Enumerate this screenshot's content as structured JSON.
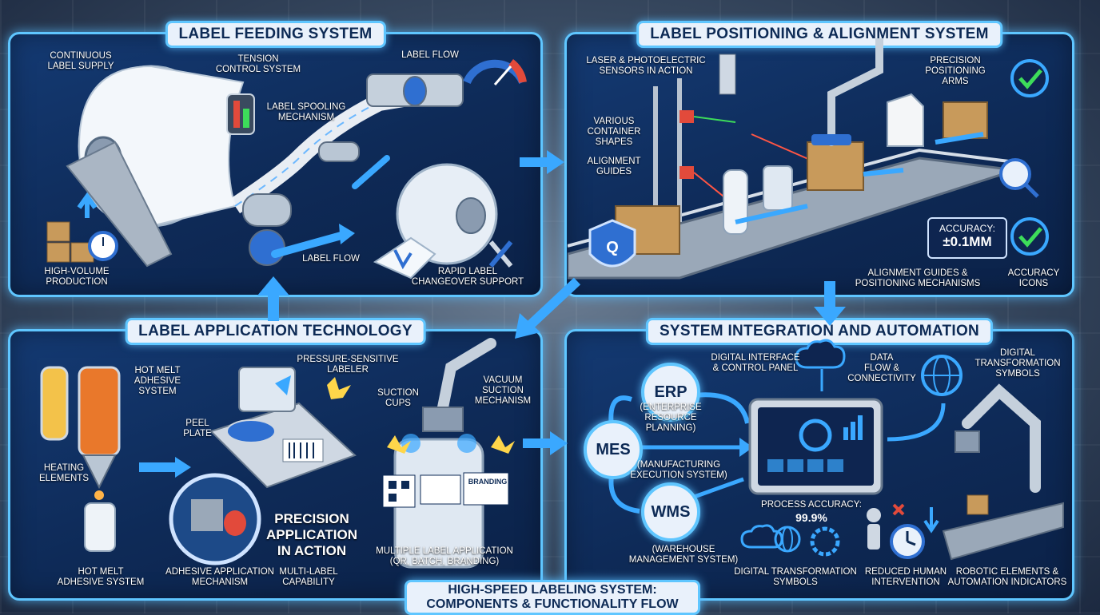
{
  "footer": {
    "line1": "HIGH-SPEED LABELING SYSTEM:",
    "line2": "COMPONENTS & FUNCTIONALITY FLOW"
  },
  "panels": {
    "feeding": {
      "title": "LABEL FEEDING SYSTEM",
      "labels": {
        "continuous_supply": "CONTINUOUS\nLABEL SUPPLY",
        "tension_control": "TENSION\nCONTROL SYSTEM",
        "label_flow_top": "LABEL FLOW",
        "spooling": "LABEL SPOOLING\nMECHANISM",
        "label_flow_bottom": "LABEL FLOW",
        "high_volume": "HIGH-VOLUME\nPRODUCTION",
        "changeover": "RAPID LABEL\nCHANGEOVER SUPPORT"
      }
    },
    "positioning": {
      "title": "LABEL POSITIONING & ALIGNMENT SYSTEM",
      "labels": {
        "sensors": "LASER & PHOTOELECTRIC\nSENSORS IN ACTION",
        "arms": "PRECISION\nPOSITIONING\nARMS",
        "containers": "VARIOUS\nCONTAINER\nSHAPES",
        "guides": "ALIGNMENT\nGUIDES",
        "accuracy_title": "ACCURACY:",
        "accuracy_value": "±0.1MM",
        "guides_mechanisms": "ALIGNMENT GUIDES &\nPOSITIONING MECHANISMS",
        "accuracy_icons": "ACCURACY\nICONS"
      }
    },
    "application": {
      "title": "LABEL APPLICATION TECHNOLOGY",
      "labels": {
        "hot_melt": "HOT MELT\nADHESIVE\nSYSTEM",
        "pressure_sensitive": "PRESSURE-SENSITIVE\nLABELER",
        "suction_cups": "SUCTION\nCUPS",
        "vacuum": "VACUUM\nSUCTION\nMECHANISM",
        "peel_plate": "PEEL\nPLATE",
        "heating": "HEATING\nELEMENTS",
        "precision": "PRECISION\nAPPLICATION\nIN ACTION",
        "hot_melt_bottom": "HOT MELT\nADHESIVE SYSTEM",
        "adhesive_mechanism": "ADHESIVE APPLICATION\nMECHANISM",
        "multi_label": "MULTI-LABEL\nCAPABILITY",
        "multiple_application": "MULTIPLE LABEL APPLICATION\n(QR, BATCH, BRANDING)",
        "branding_tag": "BRANDING"
      }
    },
    "integration": {
      "title": "SYSTEM INTEGRATION AND AUTOMATION",
      "labels": {
        "digital_interface": "DIGITAL INTERFACE\n& CONTROL PANEL",
        "data_flow": "DATA\nFLOW &\nCONNECTIVITY",
        "digital_symbols_top": "DIGITAL\nTRANSFORMATION\nSYMBOLS",
        "erp": "ERP",
        "erp_desc": "(ENTERPRISE\nRESOURCE\nPLANNING)",
        "mes": "MES",
        "mes_desc": "(MANUFACTURING\nEXECUTION SYSTEM)",
        "wms": "WMS",
        "wms_desc": "(WAREHOUSE\nMANAGEMENT SYSTEM)",
        "process_accuracy": "PROCESS ACCURACY:",
        "process_accuracy_value": "99.9%",
        "digital_symbols_bottom": "DIGITAL TRANSFORMATION\nSYMBOLS",
        "reduced_human": "REDUCED HUMAN\nINTERVENTION",
        "robotic": "ROBOTIC ELEMENTS &\nAUTOMATION INDICATORS"
      }
    }
  },
  "colors": {
    "panel_border": "#5fc6ff",
    "panel_fill": "#0e2a57",
    "title_fill": "#e9f1fb",
    "title_text": "#0d2a55",
    "accent_blue": "#3aa8ff",
    "check_green": "#3ddc5a"
  }
}
